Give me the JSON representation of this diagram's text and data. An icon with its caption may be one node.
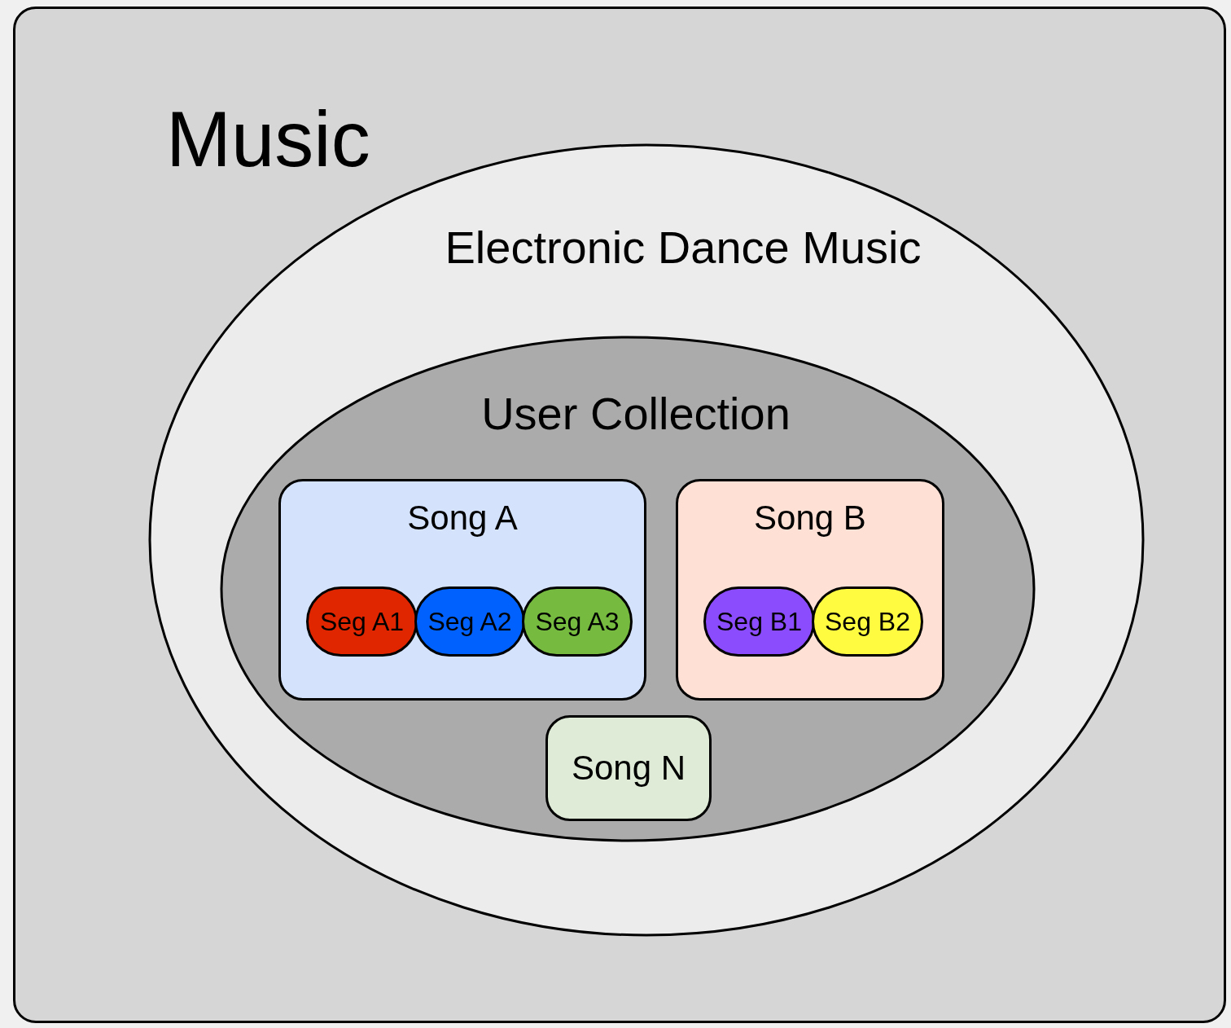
{
  "diagram": {
    "nodes": [
      {
        "text": [
          "Music"
        ]
      },
      {
        "text": [
          "Electronic Dance Music"
        ],
        "in": 0
      },
      {
        "text": [
          "User Collection"
        ],
        "in": 1
      },
      {
        "text": [
          "Song A"
        ],
        "in": 2
      },
      {
        "text": [
          "Seg A1"
        ],
        "in": 3
      },
      {
        "text": [
          "Seg A2"
        ],
        "in": 3
      },
      {
        "text": [
          "Seg A3"
        ],
        "in": 3
      },
      {
        "text": [
          "Song B"
        ],
        "in": 2
      },
      {
        "text": [
          "Seg B1"
        ],
        "in": 7
      },
      {
        "text": [
          "Seg B2"
        ],
        "in": 7
      },
      {
        "text": [
          "Song N"
        ],
        "in": 2
      }
    ]
  }
}
